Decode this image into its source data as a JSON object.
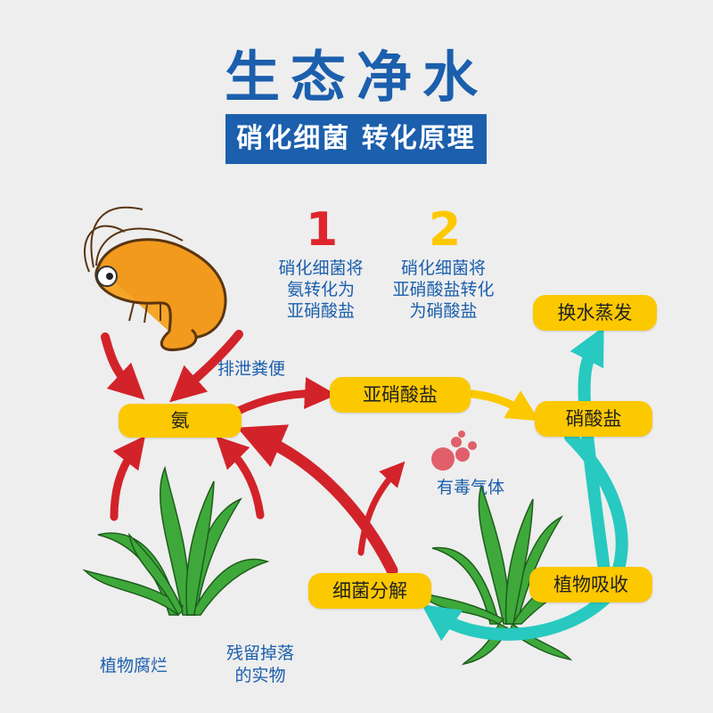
{
  "title": "生态净水",
  "subtitle": "硝化细菌 转化原理",
  "steps": [
    {
      "number": "1",
      "text_lines": [
        "硝化细菌将",
        "氨转化为",
        "亚硝酸盐"
      ],
      "color": "#e1252c"
    },
    {
      "number": "2",
      "text_lines": [
        "硝化细菌将",
        "亚硝酸盐转化",
        "为硝酸盐"
      ],
      "color": "#fcc800"
    }
  ],
  "nodes": {
    "ammonia": "氨",
    "nitrite": "亚硝酸盐",
    "nitrate": "硝酸盐",
    "water_change": "换水蒸发",
    "bacteria_decompose": "细菌分解",
    "plant_absorb": "植物吸收"
  },
  "labels": {
    "excretion": "排泄粪便",
    "toxic_gas": "有毒气体",
    "plant_decay": "植物腐烂",
    "leftover_food": [
      "残留掉落",
      "的实物"
    ]
  },
  "colors": {
    "blue": "#1b5fad",
    "yellow": "#fcc800",
    "red": "#d3232a",
    "teal": "#27c9c0"
  }
}
